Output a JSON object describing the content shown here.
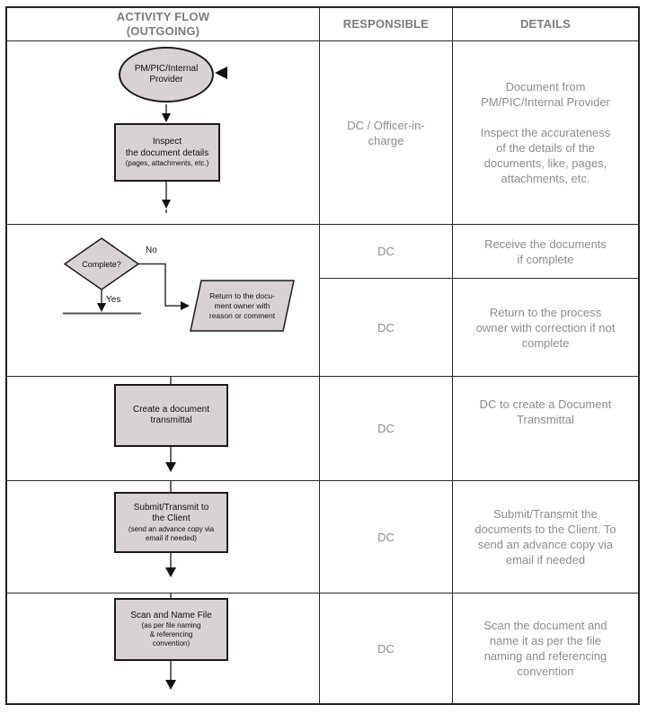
{
  "colors": {
    "shape_fill": "#d8d2d2",
    "shape_border": "#1a1a1a",
    "grid_border": "#222222",
    "muted_text": "#8c8c8c",
    "header_text": "#7b7b7b"
  },
  "header": {
    "activity_flow": [
      "ACTIVITY FLOW",
      "(OUTGOING)"
    ],
    "responsible": "RESPONSIBLE",
    "details": "DETAILS"
  },
  "rows": {
    "row1": {
      "flow": {
        "start_ellipse": [
          "PM/PIC/Internal",
          "Provider"
        ],
        "inspect_box_main": [
          "Inspect",
          "the document details"
        ],
        "inspect_box_sub": [
          "(pages, attachments, etc.)"
        ]
      },
      "responsible": [
        "DC / Officer-in-",
        "charge"
      ],
      "details": [
        "Document from",
        "PM/PIC/Internal Provider",
        "",
        "Inspect the accurateness",
        "of the details of the",
        "documents, like, pages,",
        "attachments, etc."
      ]
    },
    "row2": {
      "flow": {
        "decision": "Complete?",
        "label_no": "No",
        "label_yes": "Yes",
        "return_parallelogram": [
          "Return to the docu-",
          "ment owner with",
          "reason or comment"
        ]
      },
      "sub_a": {
        "responsible": "DC",
        "details": [
          "Receive the documents",
          "if complete"
        ]
      },
      "sub_b": {
        "responsible": "DC",
        "details": [
          "Return to the process",
          "owner with correction if not",
          "complete"
        ]
      }
    },
    "row3": {
      "flow": {
        "box_main": [
          "Create a document",
          "transmittal"
        ]
      },
      "responsible": "DC",
      "details": [
        "DC to create a Document",
        "Transmittal"
      ]
    },
    "row4": {
      "flow": {
        "box_main": [
          "Submit/Transmit to",
          "the Client"
        ],
        "box_sub": [
          "(send an advance copy via",
          "email if needed)"
        ]
      },
      "responsible": "DC",
      "details": [
        "Submit/Transmit the",
        "documents to the Client. To",
        "send an advance copy via",
        "email if needed"
      ]
    },
    "row5": {
      "flow": {
        "box_main": [
          "Scan and Name File"
        ],
        "box_sub": [
          "(as per file naming",
          "& referencing",
          "convention)"
        ]
      },
      "responsible": "DC",
      "details": [
        "Scan the document and",
        "name it as per the file",
        "naming and referencing",
        "convention"
      ]
    }
  }
}
